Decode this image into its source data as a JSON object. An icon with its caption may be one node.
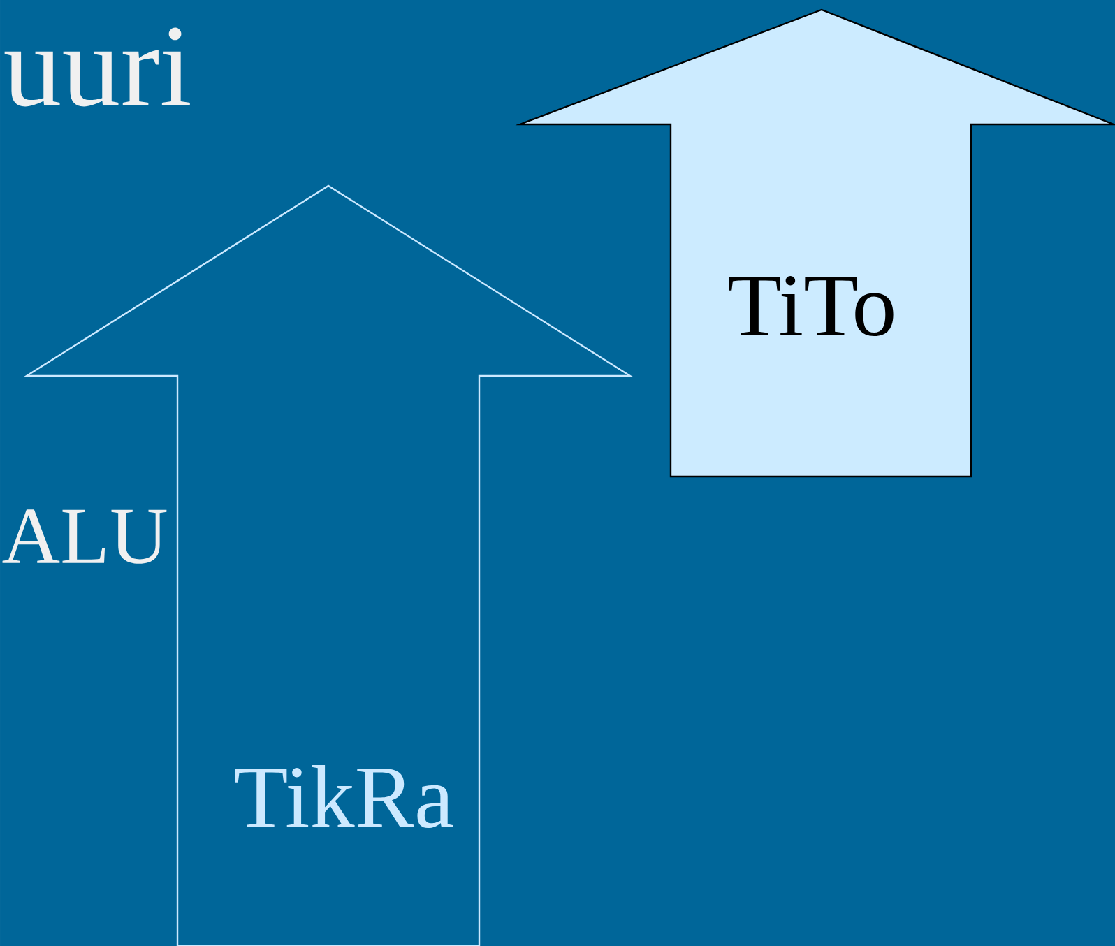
{
  "diagram": {
    "nodes": [
      {
        "text": [
          "TikRa"
        ]
      },
      {
        "text": [
          "TiTo"
        ]
      }
    ],
    "labels": [
      "uuri",
      "ALU"
    ]
  }
}
